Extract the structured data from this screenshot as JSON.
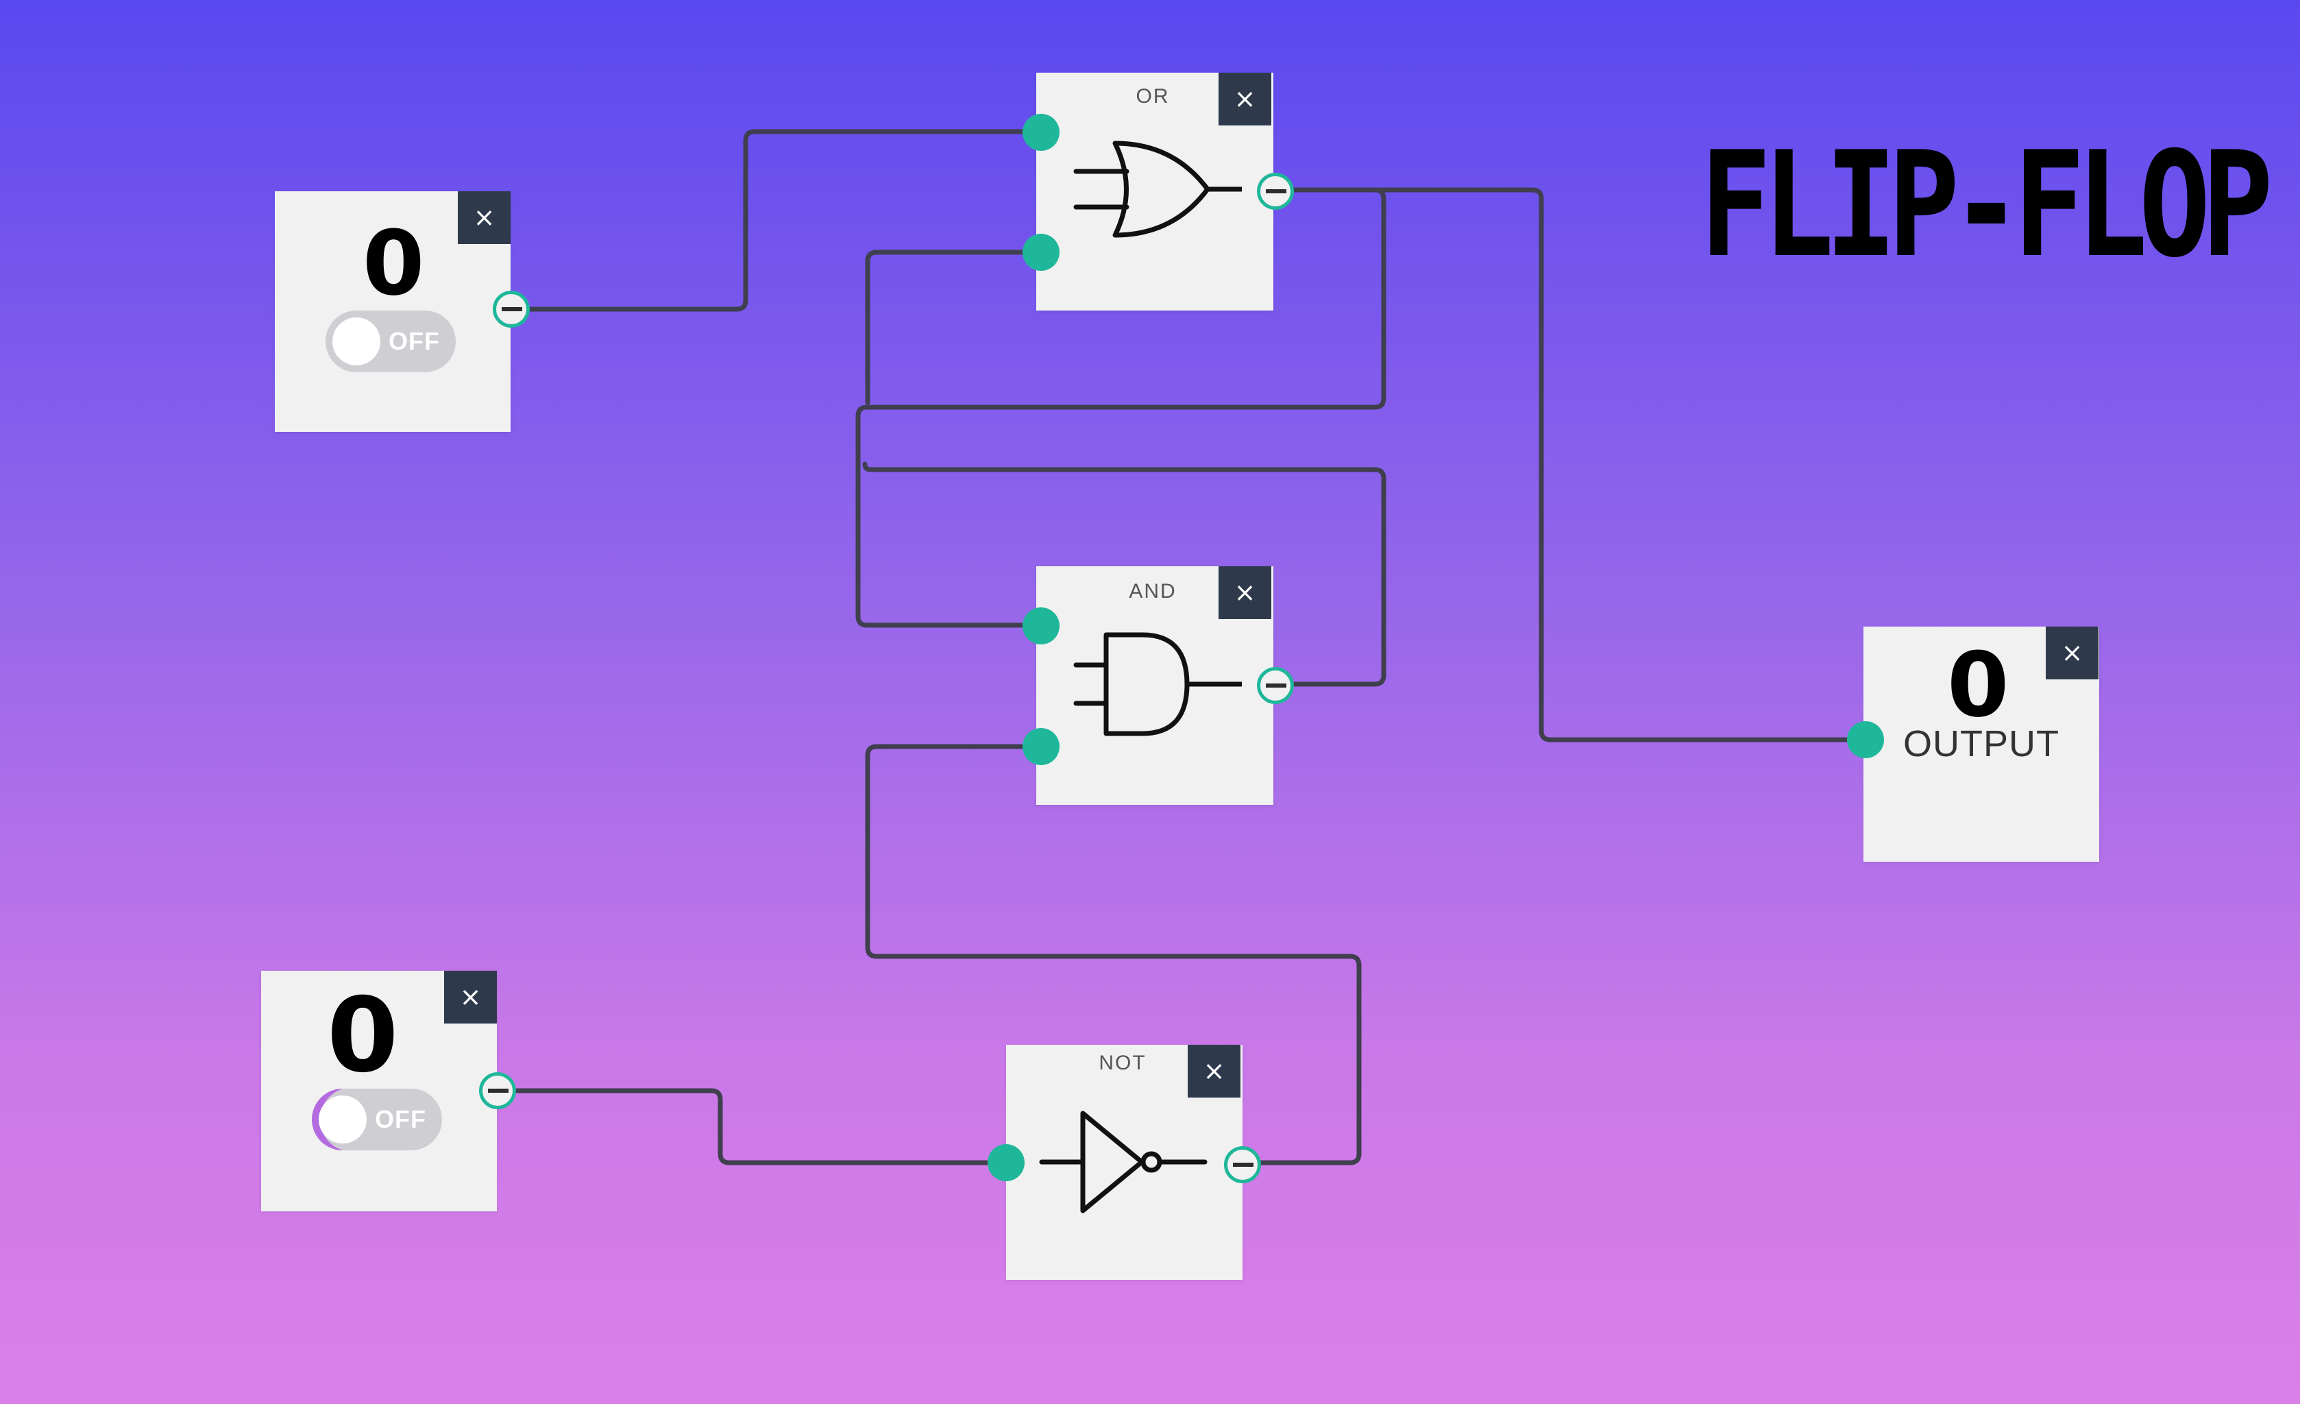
{
  "title": "FLIP-FLOP",
  "inputs": [
    {
      "value": "0",
      "toggle_label": "OFF",
      "close_label": "×"
    },
    {
      "value": "0",
      "toggle_label": "OFF",
      "close_label": "×"
    }
  ],
  "gates": {
    "or": {
      "label": "OR",
      "close_label": "×"
    },
    "and": {
      "label": "AND",
      "close_label": "×"
    },
    "not": {
      "label": "NOT",
      "close_label": "×"
    }
  },
  "output": {
    "value": "0",
    "label": "OUTPUT",
    "close_label": "×"
  },
  "colors": {
    "background_top": "#5a48ef",
    "background_bottom": "#db80e9",
    "node_fill": "#f1f1f1",
    "close_button": "#2e3a4c",
    "pin_accent": "#1fb79a",
    "wire": "#3f3f4e"
  },
  "icons": [
    "close-icon",
    "or-gate-icon",
    "and-gate-icon",
    "not-gate-icon"
  ]
}
